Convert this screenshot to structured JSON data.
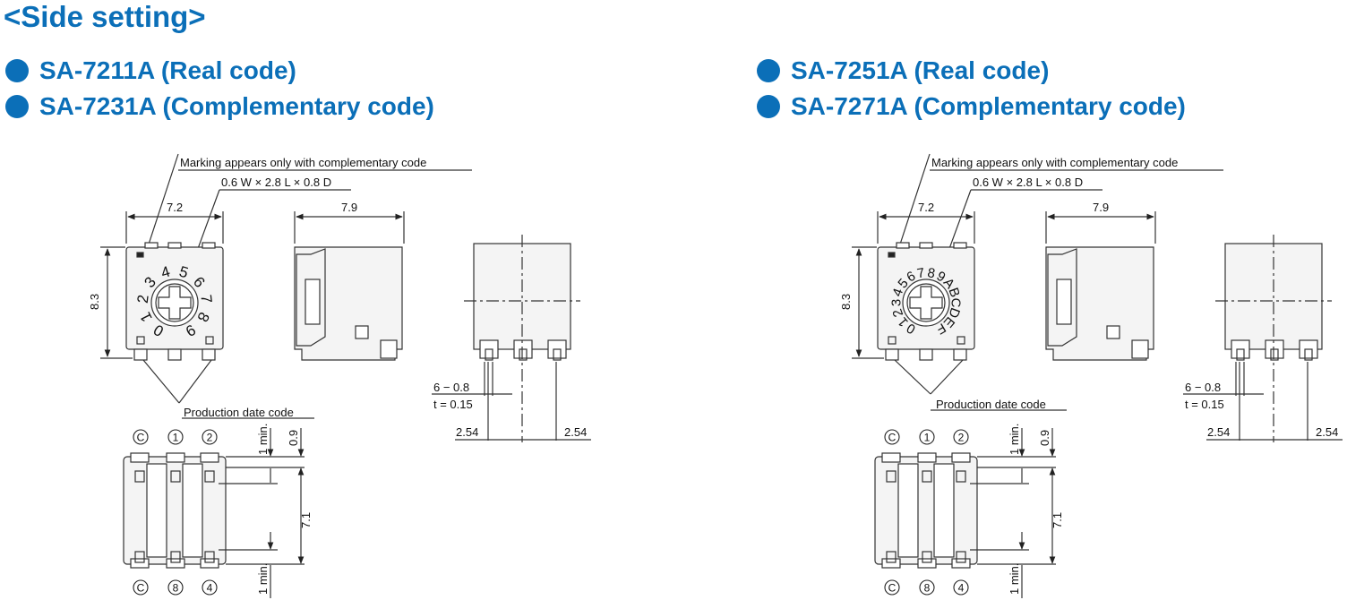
{
  "page_title": "<Side setting>",
  "colors": {
    "heading": "#0b6fb8",
    "line": "#333333",
    "body_fill": "#f2f2f2"
  },
  "panels": [
    {
      "models": [
        "SA-7211A (Real code)",
        "SA-7231A (Complementary code)"
      ],
      "callout_marking": "Marking appears only with complementary code",
      "callout_contact": "0.6 W × 2.8 L × 0.8 D",
      "dim_width": "7.2",
      "dim_depth": "7.9",
      "dim_height": "8.3",
      "dial_labels": [
        "0",
        "1",
        "2",
        "3",
        "4",
        "5",
        "6",
        "7",
        "8",
        "9"
      ],
      "callout_date": "Production date code",
      "terminal_note_1": "6 − 0.8",
      "terminal_note_2": "t = 0.15",
      "pitch_left": "2.54",
      "pitch_right": "2.54",
      "bottom_top_terminals": [
        "C",
        "1",
        "2"
      ],
      "bottom_bottom_terminals": [
        "C",
        "8",
        "4"
      ],
      "dim_min_top": "1 min.",
      "dim_09": "0.9",
      "dim_71": "7.1",
      "dim_min_bottom": "1 min."
    },
    {
      "models": [
        "SA-7251A (Real code)",
        "SA-7271A (Complementary code)"
      ],
      "callout_marking": "Marking appears only with complementary code",
      "callout_contact": "0.6 W × 2.8 L × 0.8 D",
      "dim_width": "7.2",
      "dim_depth": "7.9",
      "dim_height": "8.3",
      "dial_labels": [
        "0",
        "1",
        "2",
        "3",
        "4",
        "5",
        "6",
        "7",
        "8",
        "9",
        "A",
        "B",
        "C",
        "D",
        "E",
        "F"
      ],
      "callout_date": "Production date code",
      "terminal_note_1": "6 − 0.8",
      "terminal_note_2": "t = 0.15",
      "pitch_left": "2.54",
      "pitch_right": "2.54",
      "bottom_top_terminals": [
        "C",
        "1",
        "2"
      ],
      "bottom_bottom_terminals": [
        "C",
        "8",
        "4"
      ],
      "dim_min_top": "1 min.",
      "dim_09": "0.9",
      "dim_71": "7.1",
      "dim_min_bottom": "1 min."
    }
  ]
}
